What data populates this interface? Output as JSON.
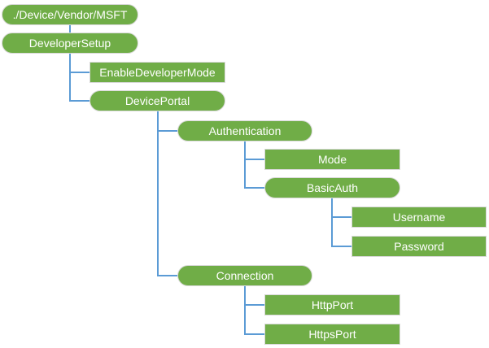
{
  "diagram": {
    "kind": "tree",
    "root_path": "./Device/Vendor/MSFT",
    "colors": {
      "node_fill": "#70AD47",
      "node_border": "#D9D9D9",
      "node_text": "#FFFFFF",
      "connector": "#5B9BD5",
      "background": "#FFFFFF"
    },
    "nodes": [
      {
        "label": "./Device/Vendor/MSFT",
        "shape": "rounded",
        "parent": null
      },
      {
        "label": "DeveloperSetup",
        "shape": "rounded",
        "parent": "./Device/Vendor/MSFT"
      },
      {
        "label": "EnableDeveloperMode",
        "shape": "rectangle",
        "parent": "DeveloperSetup"
      },
      {
        "label": "DevicePortal",
        "shape": "rounded",
        "parent": "DeveloperSetup"
      },
      {
        "label": "Authentication",
        "shape": "rounded",
        "parent": "DevicePortal"
      },
      {
        "label": "Mode",
        "shape": "rectangle",
        "parent": "Authentication"
      },
      {
        "label": "BasicAuth",
        "shape": "rounded",
        "parent": "Authentication"
      },
      {
        "label": "Username",
        "shape": "rectangle",
        "parent": "BasicAuth"
      },
      {
        "label": "Password",
        "shape": "rectangle",
        "parent": "BasicAuth"
      },
      {
        "label": "Connection",
        "shape": "rounded",
        "parent": "DevicePortal"
      },
      {
        "label": "HttpPort",
        "shape": "rectangle",
        "parent": "Connection"
      },
      {
        "label": "HttpsPort",
        "shape": "rectangle",
        "parent": "Connection"
      }
    ]
  }
}
